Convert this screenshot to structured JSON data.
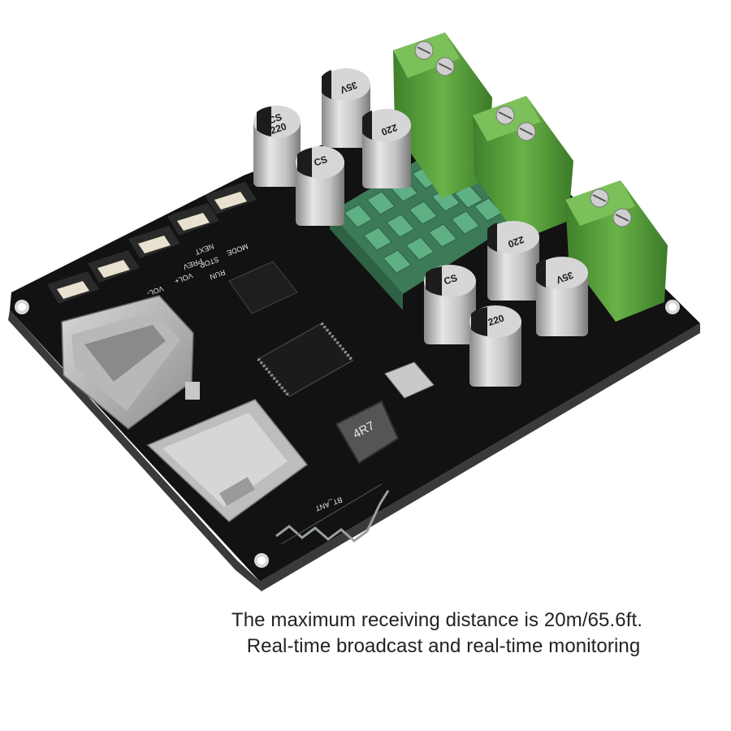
{
  "caption": {
    "line1": "The maximum receiving distance is 20m/65.6ft.",
    "line2": "Real-time broadcast and real-time monitoring"
  },
  "board": {
    "capacitor_marking": [
      "CS",
      "220",
      "35V"
    ],
    "inductor_marking": "4R7",
    "antenna_label": "BT_ANT",
    "button_labels": [
      "VOL-",
      "VOL+",
      "PREV",
      "NEXT",
      "STOP",
      "RUN",
      "MODE"
    ],
    "colors": {
      "pcb": "#121212",
      "terminal": "#5aa03c",
      "heatsink": "#4f9a70",
      "capacitor": "#c4c4c4",
      "background": "#ffffff"
    }
  }
}
